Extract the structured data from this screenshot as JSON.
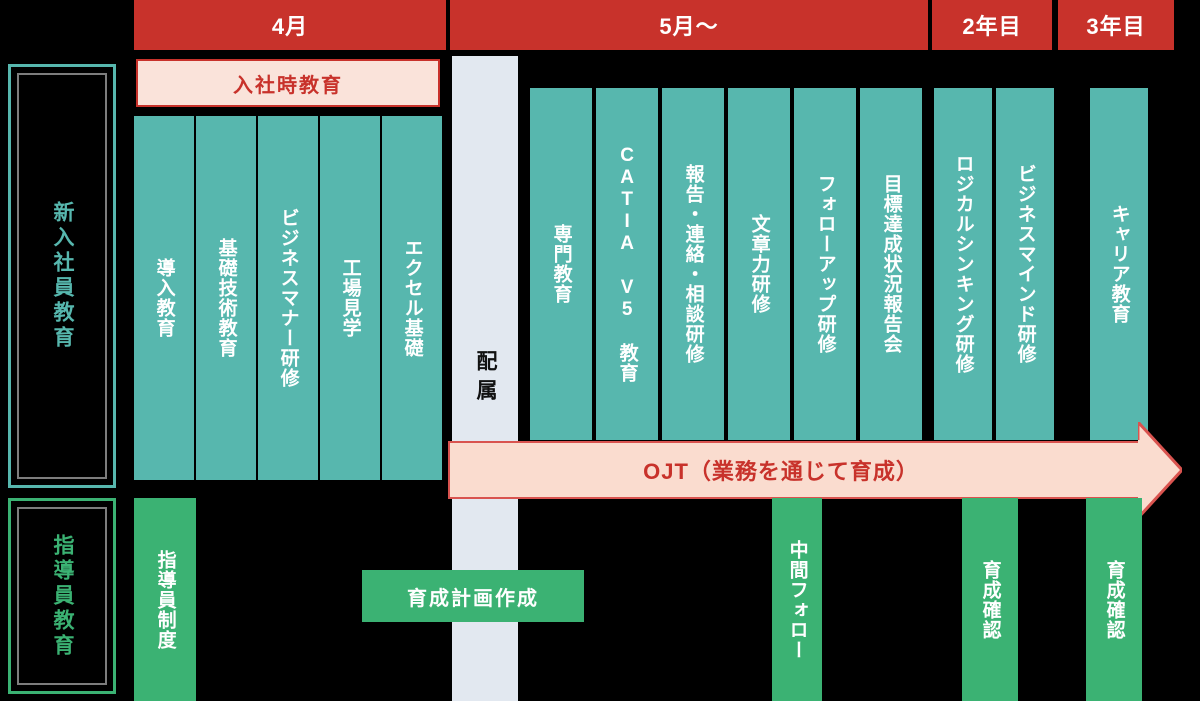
{
  "theme": {
    "period_bar_color": "#c8322b",
    "course_block_color": "#57b7ae",
    "mentor_block_color": "#3bb273",
    "assignment_color": "#e2e8f0",
    "ojt_fill_color": "#fadccf",
    "ojt_border_color": "#d9534f",
    "banner_fill_color": "#fae3da",
    "background_color": "#000000"
  },
  "periods": [
    {
      "label": "4月"
    },
    {
      "label": "5月～"
    },
    {
      "label": "2年目"
    },
    {
      "label": "3年目"
    }
  ],
  "rails": [
    {
      "label": "新入社員教育"
    },
    {
      "label": "指導員教育"
    }
  ],
  "banner": {
    "label": "入社時教育"
  },
  "assignment": {
    "label": "配属"
  },
  "ojt": {
    "label": "OJT（業務を通じて育成）"
  },
  "courses": [
    {
      "label": "導入教育"
    },
    {
      "label": "基礎技術教育"
    },
    {
      "label": "ビジネスマナー研修"
    },
    {
      "label": "工場見学"
    },
    {
      "label": "エクセル基礎"
    },
    {
      "label": "専門教育"
    },
    {
      "label": "CATIA V5 教育"
    },
    {
      "label": "報告・連絡・相談研修"
    },
    {
      "label": "文章力研修"
    },
    {
      "label": "フォローアップ研修"
    },
    {
      "label": "目標達成状況報告会"
    },
    {
      "label": "ロジカルシンキング研修"
    },
    {
      "label": "ビジネスマインド研修"
    },
    {
      "label": "キャリア教育"
    }
  ],
  "mentor_items": [
    {
      "label": "指導員制度"
    },
    {
      "label": "育成計画作成"
    },
    {
      "label": "中間フォロー"
    },
    {
      "label": "育成確認"
    },
    {
      "label": "育成確認"
    }
  ]
}
